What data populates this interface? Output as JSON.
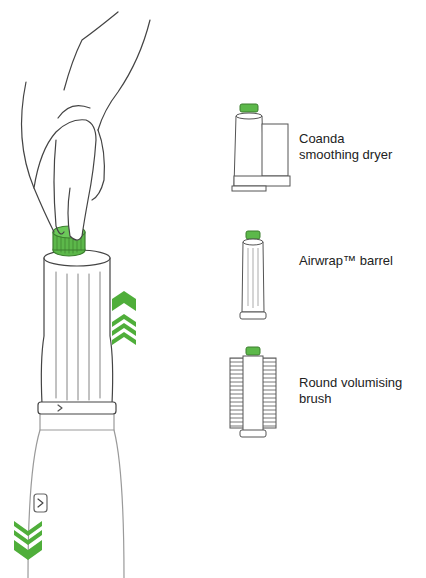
{
  "diagram": {
    "labels": [
      "Coanda smoothing dryer",
      "Airwrap™ barrel",
      "Round volumising brush"
    ]
  }
}
